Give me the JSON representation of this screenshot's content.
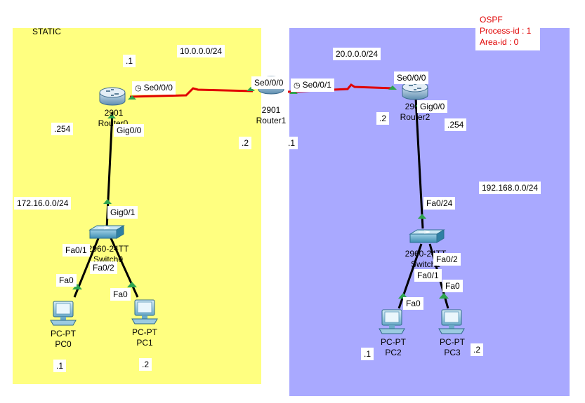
{
  "areas": {
    "static": {
      "title": "STATIC",
      "color": "#ffff80"
    },
    "ospf": {
      "color": "#a9a9ff",
      "lines": [
        "OSPF",
        "Process-id : 1",
        "Area-id : 0"
      ]
    }
  },
  "colors": {
    "serial_link": "#e00000",
    "ethernet_link": "#000000",
    "port_up": "#2ea44f",
    "label_text": "#000000",
    "ospf_text": "#e00000"
  },
  "devices": {
    "router0": {
      "model": "2901",
      "name": "Router0",
      "icon": "router-icon"
    },
    "router1": {
      "model": "2901",
      "name": "Router1",
      "icon": "router-icon"
    },
    "router2": {
      "model": "2901",
      "name": "Router2",
      "icon": "router-icon"
    },
    "switch0": {
      "model": "2960-24TT",
      "name": "Switch0",
      "icon": "switch-icon"
    },
    "switch1": {
      "model": "2960-24TT",
      "name": "Switch1",
      "icon": "switch-icon"
    },
    "pc0": {
      "type": "PC-PT",
      "name": "PC0",
      "icon": "pc-icon"
    },
    "pc1": {
      "type": "PC-PT",
      "name": "PC1",
      "icon": "pc-icon"
    },
    "pc2": {
      "type": "PC-PT",
      "name": "PC2",
      "icon": "pc-icon"
    },
    "pc3": {
      "type": "PC-PT",
      "name": "PC3",
      "icon": "pc-icon"
    }
  },
  "networks": {
    "wan1": "10.0.0.0/24",
    "wan2": "20.0.0.0/24",
    "lan_left": "172.16.0.0/24",
    "lan_right": "192.168.0.0/24"
  },
  "host_ids": {
    "r0_serial": ".1",
    "r1_serial_left": ".2",
    "r1_serial_right": ".1",
    "r2_serial": ".2",
    "r0_gig": ".254",
    "r2_gig": ".254",
    "pc0": ".1",
    "pc1": ".2",
    "pc2": ".1",
    "pc3": ".2"
  },
  "ports": {
    "r0_se": "Se0/0/0",
    "r1_se_left": "Se0/0/0",
    "r1_se_right": "Se0/0/1",
    "r2_se": "Se0/0/0",
    "r0_gig": "Gig0/0",
    "sw0_gig": "Gig0/1",
    "sw0_fa1": "Fa0/1",
    "sw0_fa2": "Fa0/2",
    "pc0_fa": "Fa0",
    "pc1_fa": "Fa0",
    "r2_gig": "Gig0/0",
    "sw1_fa24": "Fa0/24",
    "sw1_fa1": "Fa0/1",
    "sw1_fa2": "Fa0/2",
    "pc2_fa": "Fa0",
    "pc3_fa": "Fa0"
  }
}
